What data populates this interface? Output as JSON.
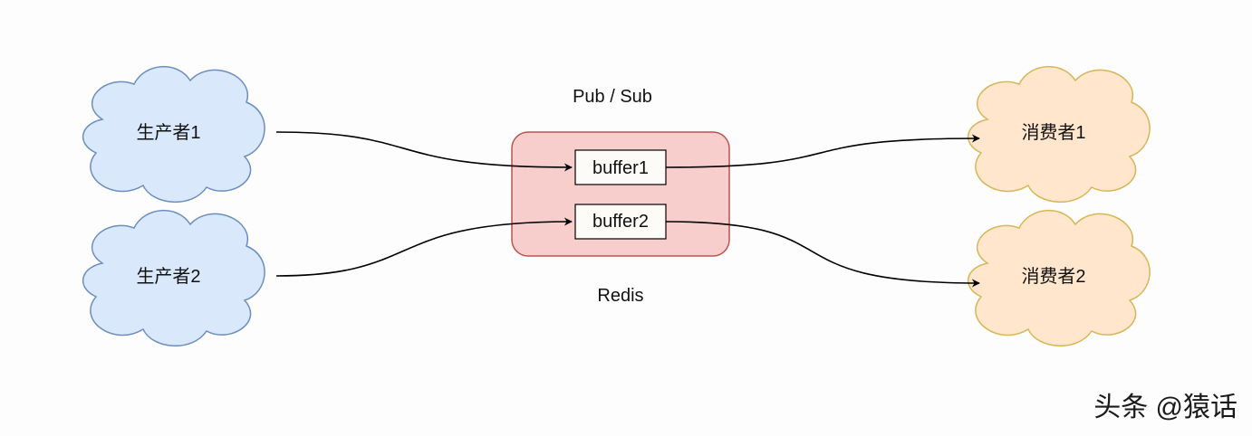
{
  "diagram": {
    "producers": [
      {
        "label": "生产者1"
      },
      {
        "label": "生产者2"
      }
    ],
    "consumers": [
      {
        "label": "消费者1"
      },
      {
        "label": "消费者2"
      }
    ],
    "redis": {
      "top_label": "Pub / Sub",
      "bottom_label": "Redis",
      "buffers": [
        {
          "label": "buffer1"
        },
        {
          "label": "buffer2"
        }
      ]
    },
    "watermark": "头条 @猿话"
  },
  "colors": {
    "producer_fill": "#dae8fc",
    "producer_stroke": "#6c8ebf",
    "consumer_fill": "#ffe6cc",
    "consumer_stroke": "#d6b656",
    "redis_fill": "#f8cecc",
    "redis_stroke": "#b85450",
    "buffer_fill": "#fdfbf7",
    "edge": "#000000"
  }
}
